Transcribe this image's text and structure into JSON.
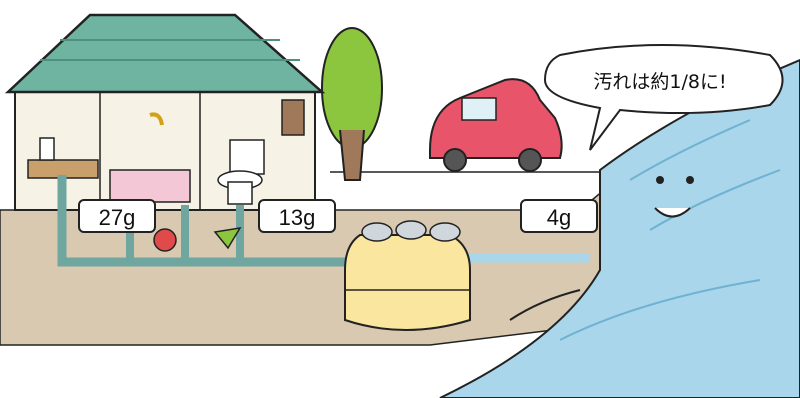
{
  "labels": {
    "kitchen_load": "27g",
    "toilet_load": "13g",
    "treated_load": "4g"
  },
  "speech_bubble": {
    "text": "汚れは約1/8に!"
  },
  "colors": {
    "roof": "#6fb3a1",
    "ground": "#d8c9b0",
    "pipe": "#6fa6a0",
    "tank": "#fbe6a0",
    "river": "#a9d6ea",
    "car": "#e8546a",
    "tree": "#8cc63f"
  }
}
